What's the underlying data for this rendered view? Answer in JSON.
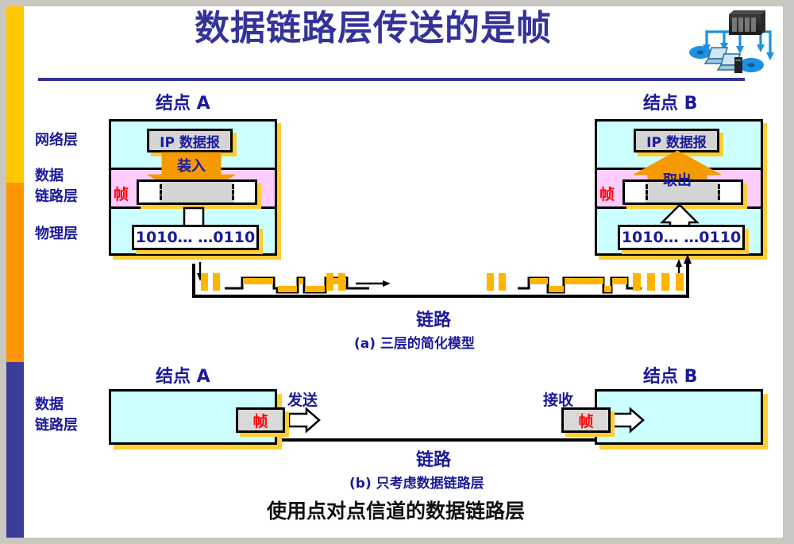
{
  "slide": {
    "title": "数据链路层传送的是帧",
    "footer": "使用点对点信道的数据链路层",
    "clipart_name": "network-diagram-clipart",
    "colors": {
      "title": "#333399",
      "rail_yellow": "#FFC800",
      "rail_orange": "#FF9500",
      "rail_blue": "#3A3C99",
      "network_band": "#CCFFFF",
      "datalink_band": "#FFCCFF",
      "physical_band": "#CCFFFF",
      "shadow": "#FFCC33",
      "chevron": "#F59A00",
      "frame_red": "#FF0000",
      "ip_box": "#D4D4D4",
      "signal_yellow": "#FFB400"
    }
  },
  "diagram_a": {
    "caption": "(a) 三层的简化模型",
    "link_label": "链路",
    "layer_labels": {
      "network": "网络层",
      "datalink_line1": "数据",
      "datalink_line2": "链路层",
      "physical": "物理层"
    },
    "node_a": {
      "title": "结点 A",
      "ip_datagram": "IP 数据报",
      "action": "装入",
      "frame_label": "帧",
      "bits": "1010… …0110"
    },
    "node_b": {
      "title": "结点 B",
      "ip_datagram": "IP 数据报",
      "action": "取出",
      "frame_label": "帧",
      "bits": "1010… …0110"
    }
  },
  "diagram_b": {
    "caption": "(b) 只考虑数据链路层",
    "link_label": "链路",
    "layer_label_line1": "数据",
    "layer_label_line2": "链路层",
    "node_a": {
      "title": "结点 A",
      "action": "发送",
      "frame_label": "帧"
    },
    "node_b": {
      "title": "结点 B",
      "action": "接收",
      "frame_label": "帧"
    }
  }
}
